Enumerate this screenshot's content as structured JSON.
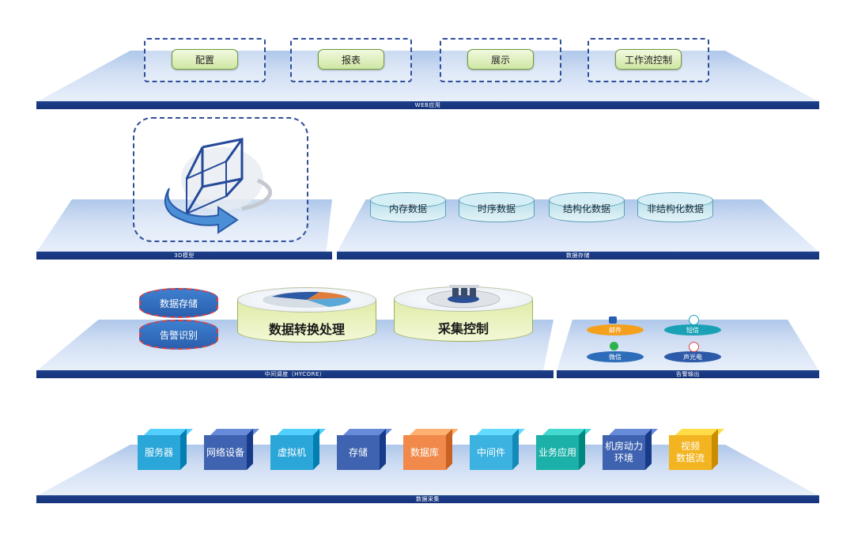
{
  "layers": {
    "web": {
      "band_label": "WEB应用",
      "items": [
        "配置",
        "报表",
        "展示",
        "工作流控制"
      ]
    },
    "model": {
      "band_label": "3D模型"
    },
    "storage": {
      "band_label": "数据存储",
      "items": [
        "内存数据",
        "时序数据",
        "结构化数据",
        "非结构化数据"
      ]
    },
    "hycore": {
      "band_label": "中间调度（HYCORE）",
      "stack": [
        "数据存储",
        "告警识别"
      ],
      "modules": [
        "数据转换处理",
        "采集控制"
      ]
    },
    "alert": {
      "band_label": "告警输出",
      "items": [
        {
          "label": "邮件",
          "color": "#f4a01d",
          "icon": "mail-icon"
        },
        {
          "label": "短信",
          "color": "#1aa1b5",
          "icon": "paper-plane-icon"
        },
        {
          "label": "微信",
          "color": "#2c6cb8",
          "icon": "wechat-icon"
        },
        {
          "label": "声光电",
          "color": "#2c5aa8",
          "icon": "alarm-light-icon"
        }
      ]
    },
    "collect": {
      "band_label": "数据采集",
      "items": [
        {
          "label": "服务器",
          "color": "#2aa6d9"
        },
        {
          "label": "网络设备",
          "color": "#3f63b0"
        },
        {
          "label": "虚拟机",
          "color": "#2aa6d9"
        },
        {
          "label": "存储",
          "color": "#3f63b0"
        },
        {
          "label": "数据库",
          "color": "#f0894a"
        },
        {
          "label": "中间件",
          "color": "#3bb2e0"
        },
        {
          "label": "业务应用",
          "color": "#1bb0a8"
        },
        {
          "label": "机房动力\n环境",
          "color": "#3f63b0"
        },
        {
          "label": "视频\n数据流",
          "color": "#f2b420"
        }
      ]
    }
  }
}
